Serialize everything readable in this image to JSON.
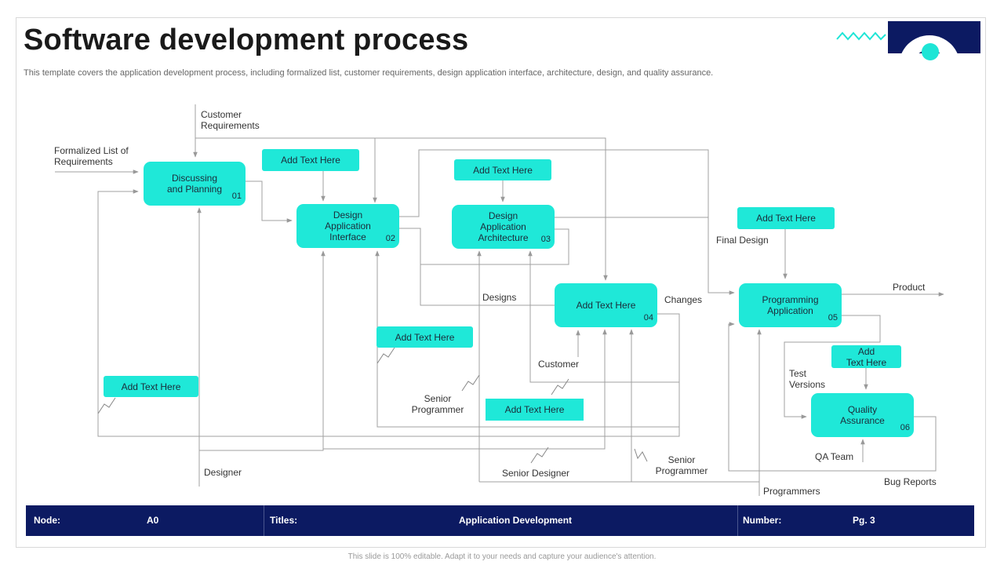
{
  "title": "Software development process",
  "subtitle": "This template covers the application development process, including formalized list, customer requirements, design application interface, architecture,  design, and quality assurance.",
  "diagram": {
    "process_boxes": [
      {
        "label": "Discussing\nand Planning",
        "number": "01"
      },
      {
        "label": "Design\nApplication\nInterface",
        "number": "02"
      },
      {
        "label": "Design\nApplication\nArchitecture",
        "number": "03"
      },
      {
        "label": "Add Text Here",
        "number": "04"
      },
      {
        "label": "Programming\nApplication",
        "number": "05"
      },
      {
        "label": "Quality\nAssurance",
        "number": "06"
      }
    ],
    "text_boxes": [
      "Add Text Here",
      "Add Text Here",
      "Add Text Here",
      "Add Text Here",
      "Add Text Here",
      "Add Text Here",
      "Add\nText Here"
    ],
    "labels": {
      "customer_requirements": "Customer\nRequirements",
      "formalized_list": "Formalized List of\nRequirements",
      "final_design": "Final Design",
      "product": "Product",
      "changes": "Changes",
      "designs": "Designs",
      "customer": "Customer",
      "senior_programmer_left": "Senior\nProgrammer",
      "senior_programmer_right": "Senior\nProgrammer",
      "senior_designer": "Senior Designer",
      "designer": "Designer",
      "test_versions": "Test\nVersions",
      "qa_team": "QA Team",
      "bug_reports": "Bug Reports",
      "programmers": "Programmers"
    }
  },
  "footer": {
    "node_label": "Node:",
    "node_value": "A0",
    "titles_label": "Titles:",
    "titles_value": "Application Development",
    "number_label": "Number:",
    "number_value": "Pg. 3"
  },
  "caption": "This slide is 100% editable. Adapt it to your needs and capture your audience's attention.",
  "colors": {
    "accent": "#1fe8d8",
    "navy": "#0c1a62",
    "line": "#999999"
  }
}
